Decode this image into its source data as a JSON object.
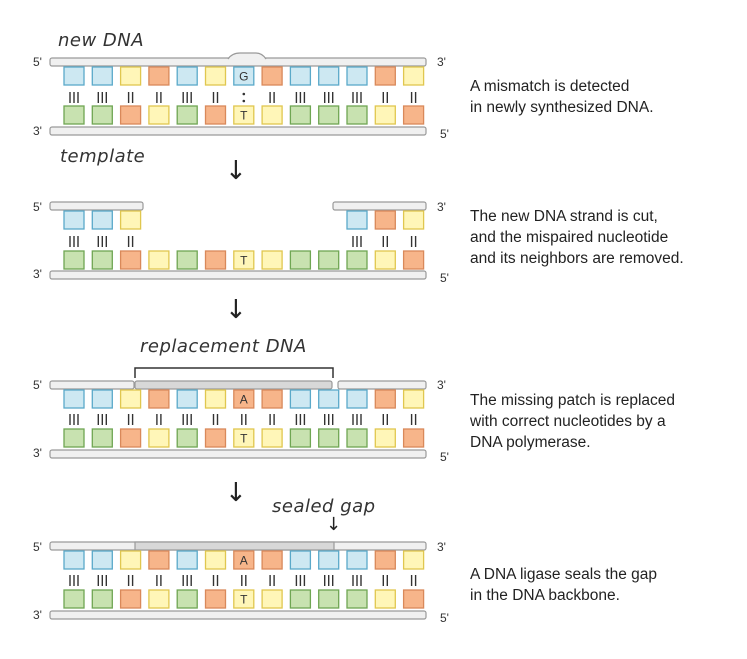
{
  "colors": {
    "blue": "#cde8f2",
    "blue_edge": "#5aa9c9",
    "yellow": "#fff6b8",
    "yellow_edge": "#e0c74f",
    "orange": "#f7b58a",
    "orange_edge": "#d9895a",
    "green": "#c8e2b0",
    "green_edge": "#6fa653",
    "backbone": "#f0f0f0",
    "backbone_edge": "#9a9a9a",
    "replaced": "#d8d8d8"
  },
  "labels": {
    "new_dna": "new DNA",
    "template": "template",
    "replacement_dna": "replacement DNA",
    "sealed_gap": "sealed gap"
  },
  "ends": {
    "five": "5'",
    "three": "3'"
  },
  "captions": {
    "step1": "A mismatch is detected\nin newly synthesized DNA.",
    "step2": "The new DNA strand is cut,\nand the mispaired nucleotide\nand its neighbors are removed.",
    "step3": "The missing patch is replaced\nwith correct nucleotides by a\nDNA polymerase.",
    "step4": "A DNA ligase seals the gap\nin the DNA backbone."
  },
  "step1": {
    "top": [
      "blue",
      "blue",
      "yellow",
      "orange",
      "blue",
      "yellow",
      "blue:G",
      "orange",
      "blue",
      "blue",
      "blue",
      "orange",
      "yellow"
    ],
    "bonds": [
      "III",
      "III",
      "II",
      "II",
      "III",
      "II",
      ":",
      "II",
      "III",
      "III",
      "III",
      "II",
      "II"
    ],
    "bottom": [
      "green",
      "green",
      "orange",
      "yellow",
      "green",
      "orange",
      "yellow:T",
      "yellow",
      "green",
      "green",
      "green",
      "yellow",
      "orange"
    ]
  },
  "step2": {
    "top_left": [
      "blue",
      "blue",
      "yellow"
    ],
    "top_right": [
      "blue",
      "orange",
      "yellow"
    ],
    "bonds_left": [
      "III",
      "III",
      "II"
    ],
    "bonds_right": [
      "III",
      "II",
      "II"
    ],
    "bottom": [
      "green",
      "green",
      "orange",
      "yellow",
      "green",
      "orange",
      "yellow:T",
      "yellow",
      "green",
      "green",
      "green",
      "yellow",
      "orange"
    ]
  },
  "step3": {
    "top": [
      "blue",
      "blue",
      "yellow",
      "orange",
      "blue",
      "yellow",
      "orange:A",
      "orange",
      "blue",
      "blue",
      "blue",
      "orange",
      "yellow"
    ],
    "bonds": [
      "III",
      "III",
      "II",
      "II",
      "III",
      "II",
      "II",
      "II",
      "III",
      "III",
      "III",
      "II",
      "II"
    ],
    "bottom": [
      "green",
      "green",
      "orange",
      "yellow",
      "green",
      "orange",
      "yellow:T",
      "yellow",
      "green",
      "green",
      "green",
      "yellow",
      "orange"
    ]
  },
  "step4": {
    "top": [
      "blue",
      "blue",
      "yellow",
      "orange",
      "blue",
      "yellow",
      "orange:A",
      "orange",
      "blue",
      "blue",
      "blue",
      "orange",
      "yellow"
    ],
    "bonds": [
      "III",
      "III",
      "II",
      "II",
      "III",
      "II",
      "II",
      "II",
      "III",
      "III",
      "III",
      "II",
      "II"
    ],
    "bottom": [
      "green",
      "green",
      "orange",
      "yellow",
      "green",
      "orange",
      "yellow:T",
      "yellow",
      "green",
      "green",
      "green",
      "yellow",
      "orange"
    ]
  }
}
